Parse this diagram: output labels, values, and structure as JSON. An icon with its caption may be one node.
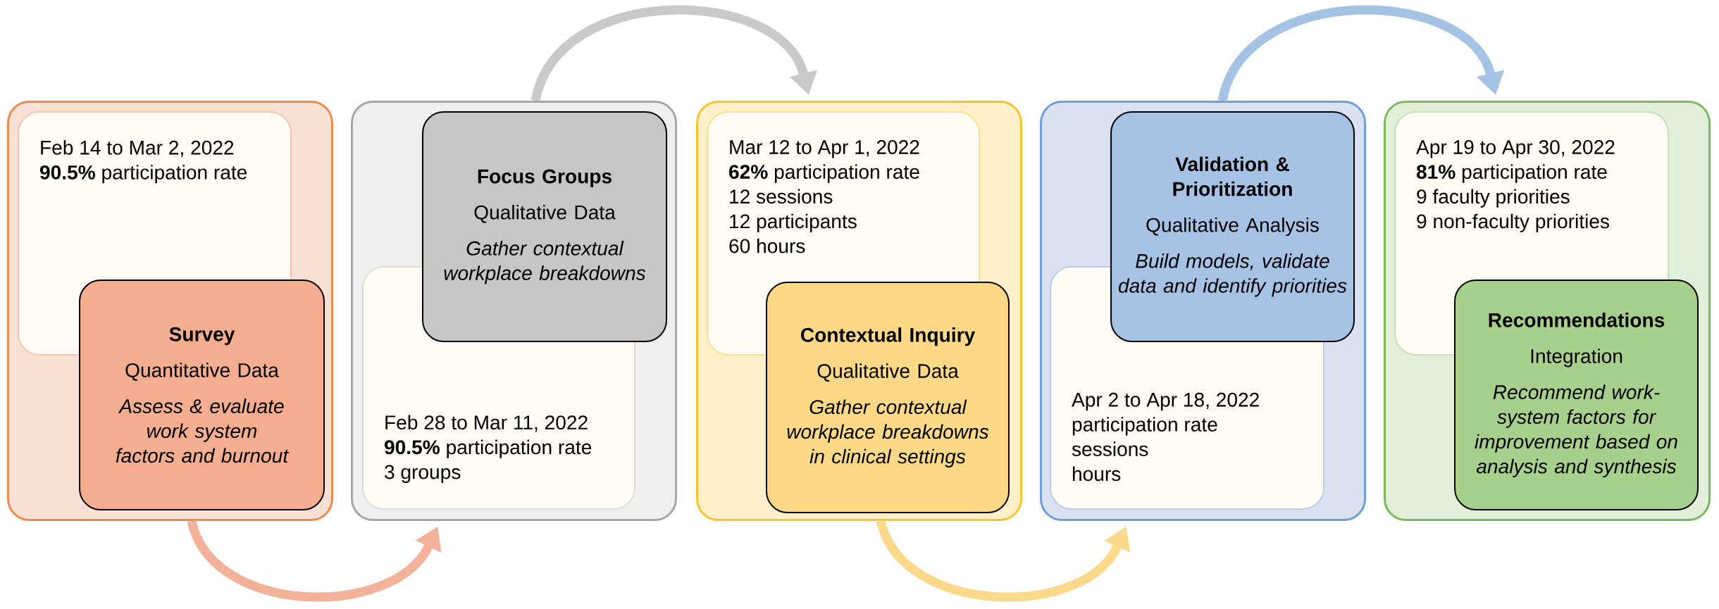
{
  "diagram": {
    "nodes": [
      {
        "text": [],
        "shape": "box"
      },
      {
        "text": [
          "Feb 14 to Mar 2, 2022",
          "**90.5%** participation rate"
        ],
        "in": 0
      },
      {
        "text": [
          "Survey",
          "Quantitative Data",
          "Assess & evaluate work system factors and burnout"
        ],
        "in": 0
      },
      {
        "text": [],
        "shape": "box"
      },
      {
        "text": [
          "Focus Groups",
          "Qualitative Data",
          "Gather contextual workplace breakdowns"
        ],
        "in": 3
      },
      {
        "text": [
          "Feb 28 to Mar 11, 2022",
          "**90.5%** participation rate",
          "3 groups"
        ],
        "in": 3
      },
      {
        "text": [],
        "shape": "box"
      },
      {
        "text": [
          "Mar 12 to Apr 1, 2022",
          "**62%** participation rate",
          "12 sessions",
          "12 participants",
          "60 hours"
        ],
        "in": 6
      },
      {
        "text": [
          "Contextual Inquiry",
          "Qualitative Data",
          "Gather contextual workplace breakdowns in clinical settings"
        ],
        "in": 6
      },
      {
        "text": [],
        "shape": "box"
      },
      {
        "text": [
          "Validation & Prioritization",
          "Qualitative Analysis",
          "Build models, validate data and identify priorities"
        ],
        "in": 9
      },
      {
        "text": [
          "Apr 2 to Apr 18, 2022",
          "participation rate",
          "sessions",
          "hours"
        ],
        "in": 9
      },
      {
        "text": [],
        "shape": "box"
      },
      {
        "text": [
          "Apr 19 to Apr 30, 2022",
          "**81%** participation rate",
          "9 faculty priorities",
          "9 non-faculty priorities"
        ],
        "in": 12
      },
      {
        "text": [
          "Recommendations",
          "Integration",
          "Recommend work-system factors for improvement based on analysis and synthesis"
        ],
        "in": 12
      }
    ],
    "edges": [
      {
        "from": 0,
        "to": 3,
        "arrow": "to",
        "color": "#f4b19a"
      },
      {
        "from": 3,
        "to": 6,
        "arrow": "to",
        "color": "#c9c9c9"
      },
      {
        "from": 6,
        "to": 9,
        "arrow": "to",
        "color": "#fbd98a"
      },
      {
        "from": 9,
        "to": 12,
        "arrow": "to",
        "color": "#a4c2e4"
      }
    ]
  }
}
